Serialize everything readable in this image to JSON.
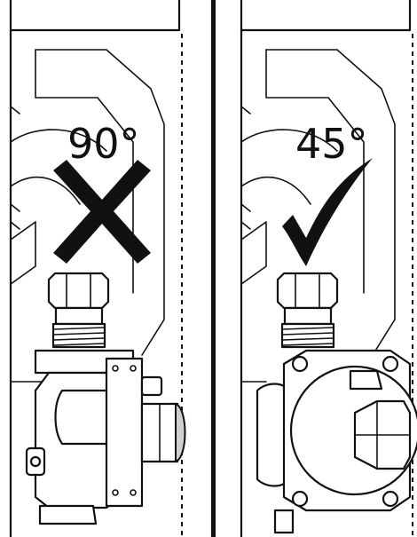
{
  "panels": [
    {
      "id": "left",
      "angle_label": "90°",
      "verdict": "incorrect",
      "mark_icon": "cross-mark"
    },
    {
      "id": "right",
      "angle_label": "45°",
      "verdict": "correct",
      "mark_icon": "check-mark"
    }
  ],
  "colors": {
    "ink": "#111111",
    "background": "#ffffff",
    "shade": "#cfcfcf"
  }
}
